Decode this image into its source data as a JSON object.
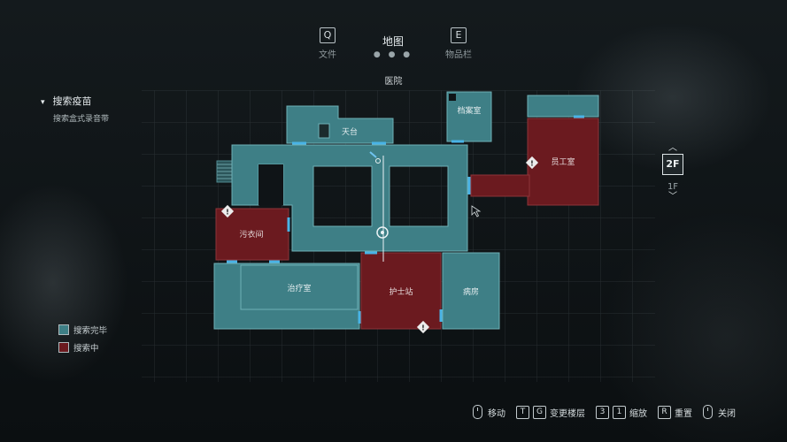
{
  "tabs": [
    {
      "key": "Q",
      "label": "文件"
    },
    {
      "key": "",
      "label": "地图",
      "dots": "● ● ●"
    },
    {
      "key": "E",
      "label": "物品栏"
    }
  ],
  "area": "医院",
  "objective": {
    "title": "搜索疫苗",
    "subtitle": "搜索盒式录音带"
  },
  "legend": [
    {
      "label": "搜索完毕",
      "color": "#3e7f86"
    },
    {
      "label": "搜索中",
      "color": "#6b1a1f"
    }
  ],
  "floors": {
    "active": "2F",
    "other": "1F"
  },
  "rooms": {
    "rooftop": "天台",
    "archive": "档案室",
    "staff_room": "员工室",
    "laundry": "污衣间",
    "treatment": "治疗室",
    "nurse_station": "护士站",
    "ward": "病房"
  },
  "colors": {
    "searched": "#3e7f86",
    "searching": "#6b1a1f",
    "door": "#49b3e6"
  },
  "controls": [
    {
      "keys": [
        "mouse"
      ],
      "label": "移动"
    },
    {
      "keys": [
        "T",
        "G"
      ],
      "label": "变更楼层"
    },
    {
      "keys": [
        "3",
        "1"
      ],
      "label": "缩放"
    },
    {
      "keys": [
        "R"
      ],
      "label": "重置"
    },
    {
      "keys": [
        "mouse"
      ],
      "label": "关闭"
    }
  ]
}
